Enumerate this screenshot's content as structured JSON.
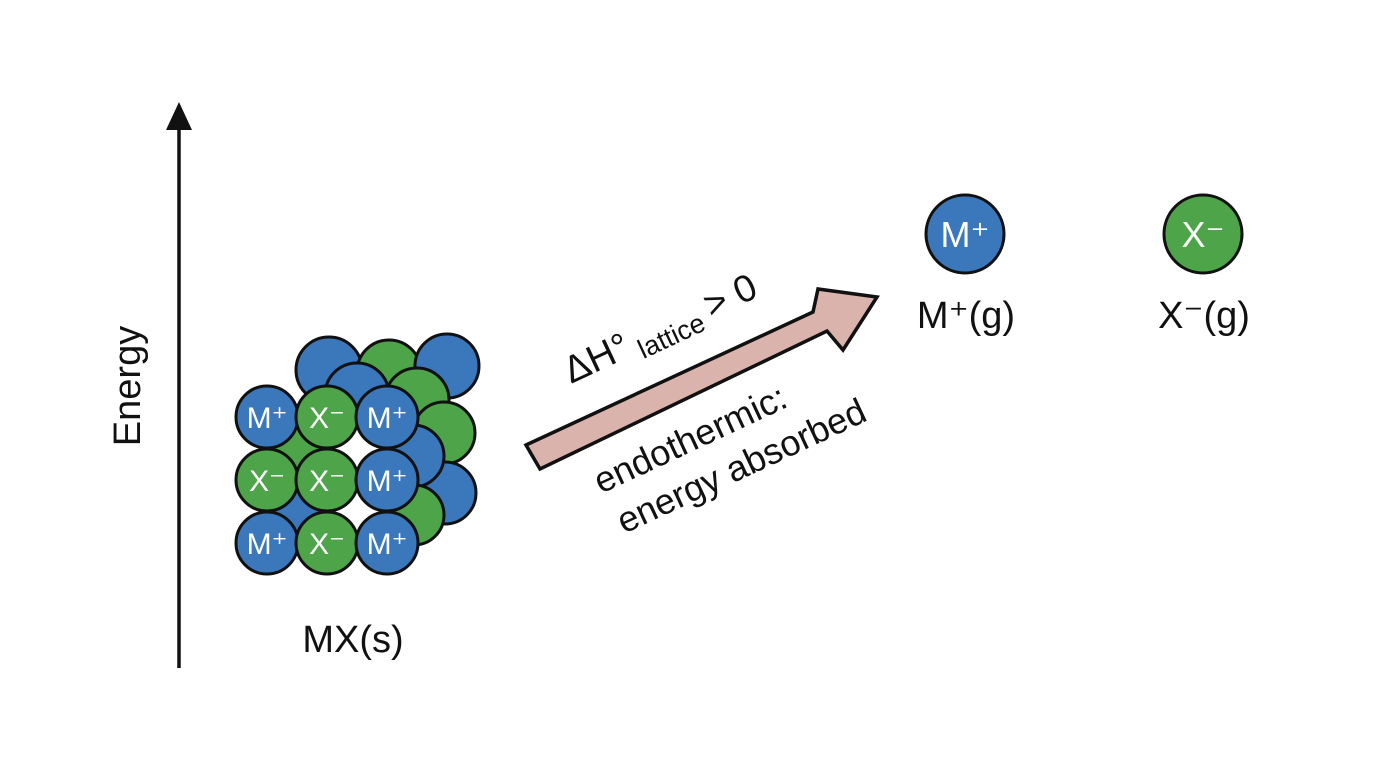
{
  "axis": {
    "label": "Energy"
  },
  "solid": {
    "label": "MX(s)",
    "front_grid": [
      [
        "M⁺",
        "X⁻",
        "M⁺"
      ],
      [
        "X⁻",
        "X⁻",
        "M⁺"
      ],
      [
        "M⁺",
        "X⁻",
        "M⁺"
      ]
    ]
  },
  "transition": {
    "enthalpy_prefix": "ΔH°",
    "enthalpy_subscript": "lattice",
    "enthalpy_suffix": "> 0",
    "note_line1": "endothermic:",
    "note_line2": "energy absorbed"
  },
  "gas_ions": [
    {
      "symbol": "M⁺",
      "label": "M⁺(g)",
      "color": "#3a78bb"
    },
    {
      "symbol": "X⁻",
      "label": "X⁻(g)",
      "color": "#4ea448"
    }
  ],
  "colors": {
    "cation": "#3a78bb",
    "anion": "#4ea448",
    "arrow_fill": "#dbb3ad",
    "outline": "#111111"
  }
}
